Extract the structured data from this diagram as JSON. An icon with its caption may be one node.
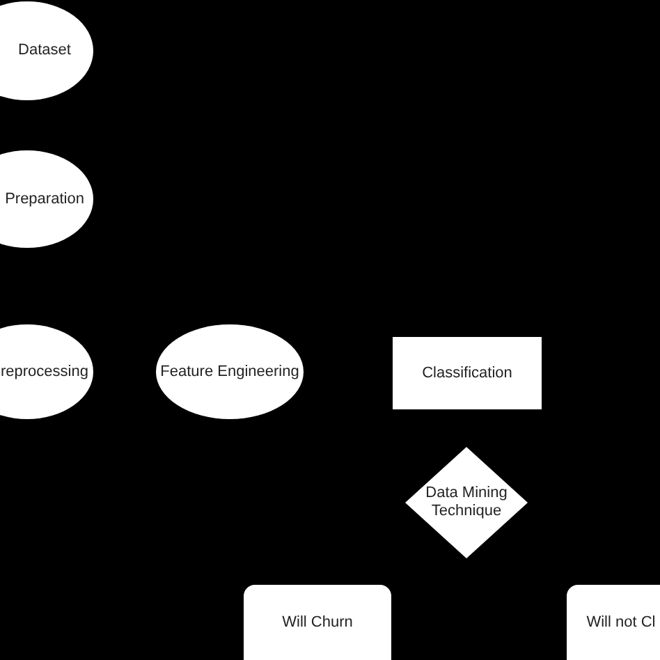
{
  "diagram": {
    "nodes": [
      {
        "text": [
          "Dataset"
        ]
      },
      {
        "text": [
          "Preparation"
        ]
      },
      {
        "text": [
          "reprocessing"
        ]
      },
      {
        "text": [
          "Feature Engineering"
        ]
      },
      {
        "text": [
          "Classification"
        ]
      },
      {
        "text": [
          "Data Mining Technique"
        ]
      },
      {
        "text": [
          "Will Churn"
        ]
      },
      {
        "text": [
          "Will not Cl"
        ]
      }
    ]
  }
}
